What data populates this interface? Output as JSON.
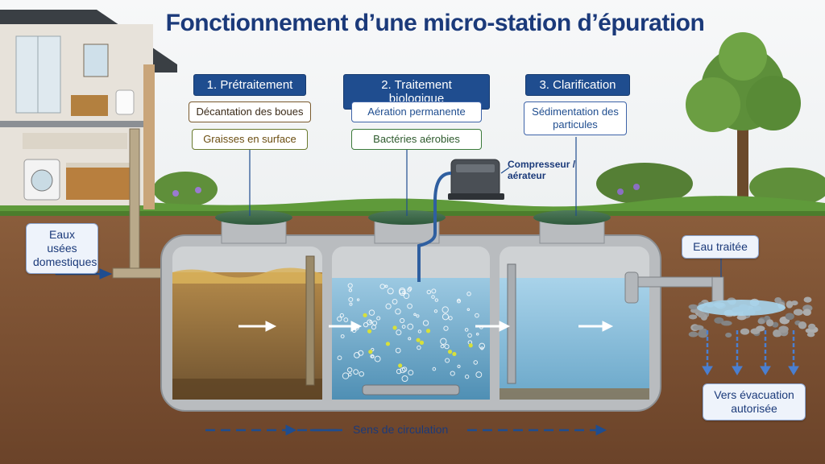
{
  "title": "Fonctionnement d’une micro-station d’épuration",
  "stages": [
    {
      "label": "1. Prétraitement",
      "notes": [
        "Décantation des boues",
        "Graisses en surface"
      ]
    },
    {
      "label": "2. Traitement biologique",
      "notes": [
        "Aération permanente",
        "Bactéries aérobies"
      ]
    },
    {
      "label": "3. Clarification",
      "notes": [
        "Sédimentation des particules"
      ]
    }
  ],
  "labels": {
    "inflow": "Eaux usées domestiques",
    "compressor": "Compresseur / aérateur",
    "outflow": "Eau traitée",
    "disposal": "Vers évacuation autorisée",
    "circulation": "Sens de circulation"
  },
  "colors": {
    "title": "#1b3a7a",
    "stage_header": "#1f4d8f",
    "soil": "#7a5236",
    "grass": "#5f9a3a",
    "sludge": "#8a6a3a",
    "water": "#7fb7d8",
    "concrete": "#b9bcbf"
  }
}
